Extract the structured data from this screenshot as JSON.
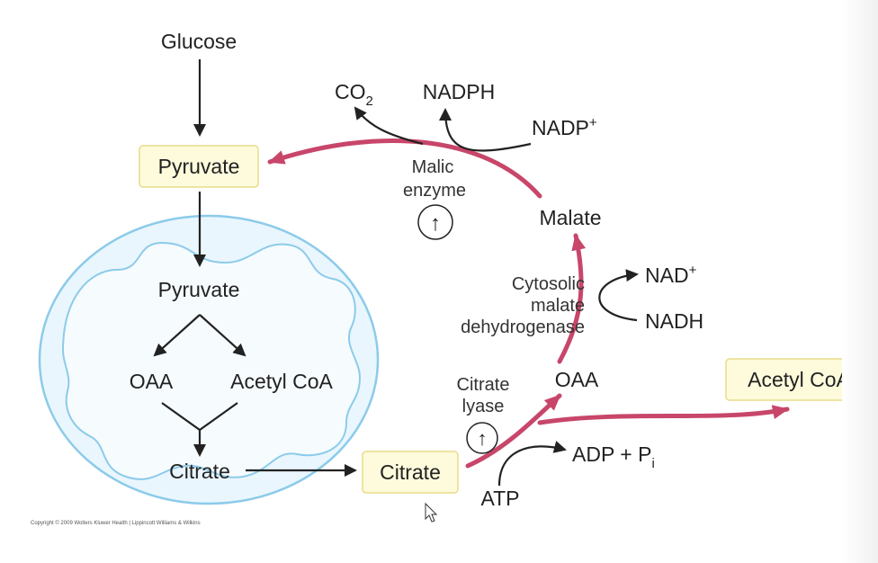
{
  "metabolites": {
    "glucose": "Glucose",
    "pyruvate_cyto": "Pyruvate",
    "pyruvate_mito": "Pyruvate",
    "oaa_mito": "OAA",
    "acetyl_coa_mito": "Acetyl CoA",
    "citrate_mito": "Citrate",
    "citrate_cyto": "Citrate",
    "oaa_cyto": "OAA",
    "acetyl_coa_cyto": "Acetyl CoA",
    "malate": "Malate",
    "co2_base": "CO",
    "co2_sub": "2",
    "nadph": "NADPH",
    "nadp_base": "NADP",
    "nadp_sup": "+",
    "nad_base": "NAD",
    "nad_sup": "+",
    "nadh": "NADH",
    "atp": "ATP",
    "adp_base": "ADP + P",
    "adp_sub": "i"
  },
  "enzymes": {
    "malic_line1": "Malic",
    "malic_line2": "enzyme",
    "mdh_line1": "Cytosolic",
    "mdh_line2": "malate",
    "mdh_line3": "dehydrogenase",
    "lyase_line1": "Citrate",
    "lyase_line2": "lyase"
  },
  "indicators": {
    "malic_enzyme_up": "↑",
    "citrate_lyase_up": "↑"
  },
  "copyright": "Copyright © 2009 Wolters Kluwer Health | Lippincott Williams & Wilkins",
  "colors": {
    "pathway": "#c8466a",
    "arrow": "#222222",
    "mito_outline": "#8ccbea",
    "mito_fill": "#eaf6fd",
    "box_fill": "#fdfbdc",
    "box_border": "#e8dc8a"
  }
}
